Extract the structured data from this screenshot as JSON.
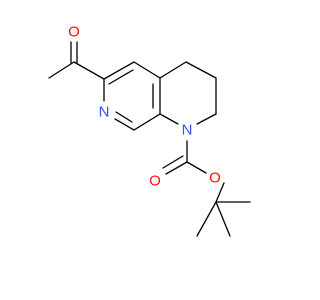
{
  "molecule": {
    "atoms": {
      "o_acetyl": {
        "symbol": "O",
        "color": "#ff0d0d"
      },
      "n_pyridine": {
        "symbol": "N",
        "color": "#3050f8"
      },
      "n_ring": {
        "symbol": "N",
        "color": "#3050f8"
      },
      "o_carbonyl": {
        "symbol": "O",
        "color": "#ff0d0d"
      },
      "o_ester": {
        "symbol": "O",
        "color": "#ff0d0d"
      }
    },
    "bond_color": "#000000"
  }
}
